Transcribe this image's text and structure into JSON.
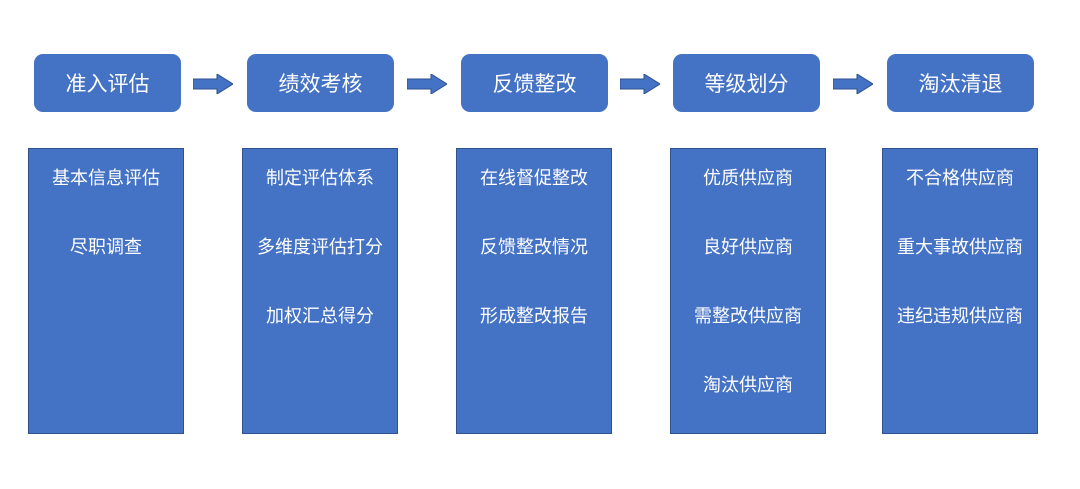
{
  "stages": [
    {
      "label": "准入评估",
      "items": [
        "基本信息评估",
        "尽职调查"
      ]
    },
    {
      "label": "绩效考核",
      "items": [
        "制定评估体系",
        "多维度评估打分",
        "加权汇总得分"
      ]
    },
    {
      "label": "反馈整改",
      "items": [
        "在线督促整改",
        "反馈整改情况",
        "形成整改报告"
      ]
    },
    {
      "label": "等级划分",
      "items": [
        "优质供应商",
        "良好供应商",
        "需整改供应商",
        "淘汰供应商"
      ]
    },
    {
      "label": "淘汰清退",
      "items": [
        "不合格供应商",
        "重大事故供应商",
        "违纪违规供应商"
      ]
    }
  ],
  "colors": {
    "box_fill": "#4472c4",
    "box_border": "#2f528f",
    "text": "#ffffff",
    "arrow_fill": "#4472c4"
  },
  "icons": {
    "arrow": "right-arrow-icon"
  }
}
